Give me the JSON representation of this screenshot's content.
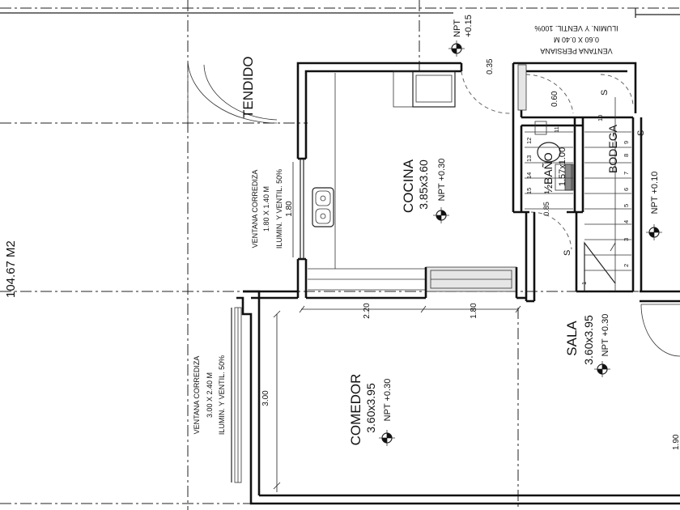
{
  "plan": {
    "area_label": "104.67 M2",
    "rooms": {
      "cocina": {
        "name": "COCINA",
        "size": "3.85x3.60",
        "npt": "NPT +0.30"
      },
      "comedor": {
        "name": "COMEDOR",
        "size": "3.60x3.95",
        "npt": "NPT +0.30"
      },
      "sala": {
        "name": "SALA",
        "size": "3.60x3.95",
        "npt": "NPT +0.30"
      },
      "bodega": {
        "name": "BODEGA",
        "npt": "NPT +0.10"
      },
      "bano": {
        "name": "½BAÑO",
        "size": "1.57x1.00"
      },
      "tendido": {
        "name": "TENDIDO"
      }
    },
    "npt_top": {
      "label": "NPT",
      "value": "+0.15"
    },
    "windows": {
      "persiana": {
        "line1": "VENTANA PERSIANA",
        "line2": "0.60 X 0.40 M",
        "line3": "ILUMIN. Y VENTIL. 100%"
      },
      "cocina": {
        "line1": "VENTANA CORREDIZA",
        "line2": "1.80 X 1.40 M",
        "line3": "ILUMIN. Y VENTIL. 50%"
      },
      "comedor": {
        "line1": "VENTANA CORREDIZA",
        "line2": "3.00 X 2.40 M",
        "line3": "ILUMIN. Y VENTIL. 50%"
      }
    },
    "dimensions": {
      "d_220": "2.20",
      "d_180_h": "1.80",
      "d_180_v": "1.80",
      "d_300": "3.00",
      "d_035": "0.35",
      "d_060": "0.60",
      "d_085": "0.85",
      "d_190": "1.90"
    },
    "stair_steps": [
      "15",
      "14",
      "13",
      "12",
      "11",
      "10",
      "9",
      "8",
      "7",
      "6",
      "5",
      "4",
      "3",
      "2",
      "1"
    ],
    "up_marks": {
      "s1": "S",
      "s2": "S",
      "s3": "S"
    }
  }
}
